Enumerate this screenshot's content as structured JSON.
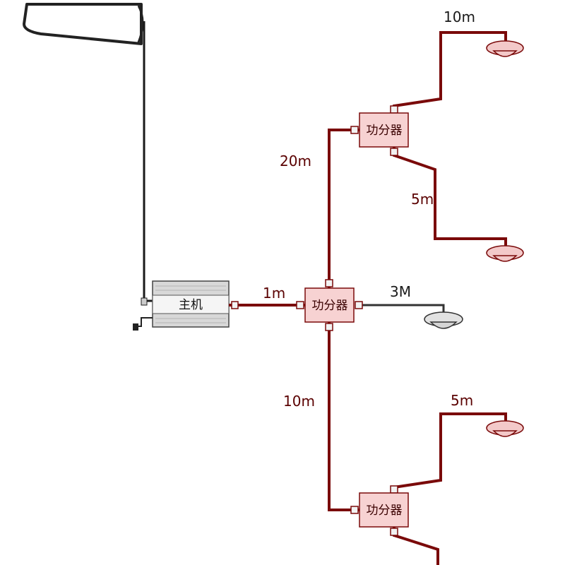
{
  "diagram": {
    "host_label": "主机",
    "splitter_label": "功分器",
    "cable_lengths": {
      "host_to_main": "1m",
      "main_to_top": "20m",
      "main_to_right_antenna": "3M",
      "main_to_bottom": "10m",
      "top_to_upper_antenna": "10m",
      "top_to_lower_antenna": "5m",
      "bottom_to_upper_antenna": "5m"
    }
  }
}
